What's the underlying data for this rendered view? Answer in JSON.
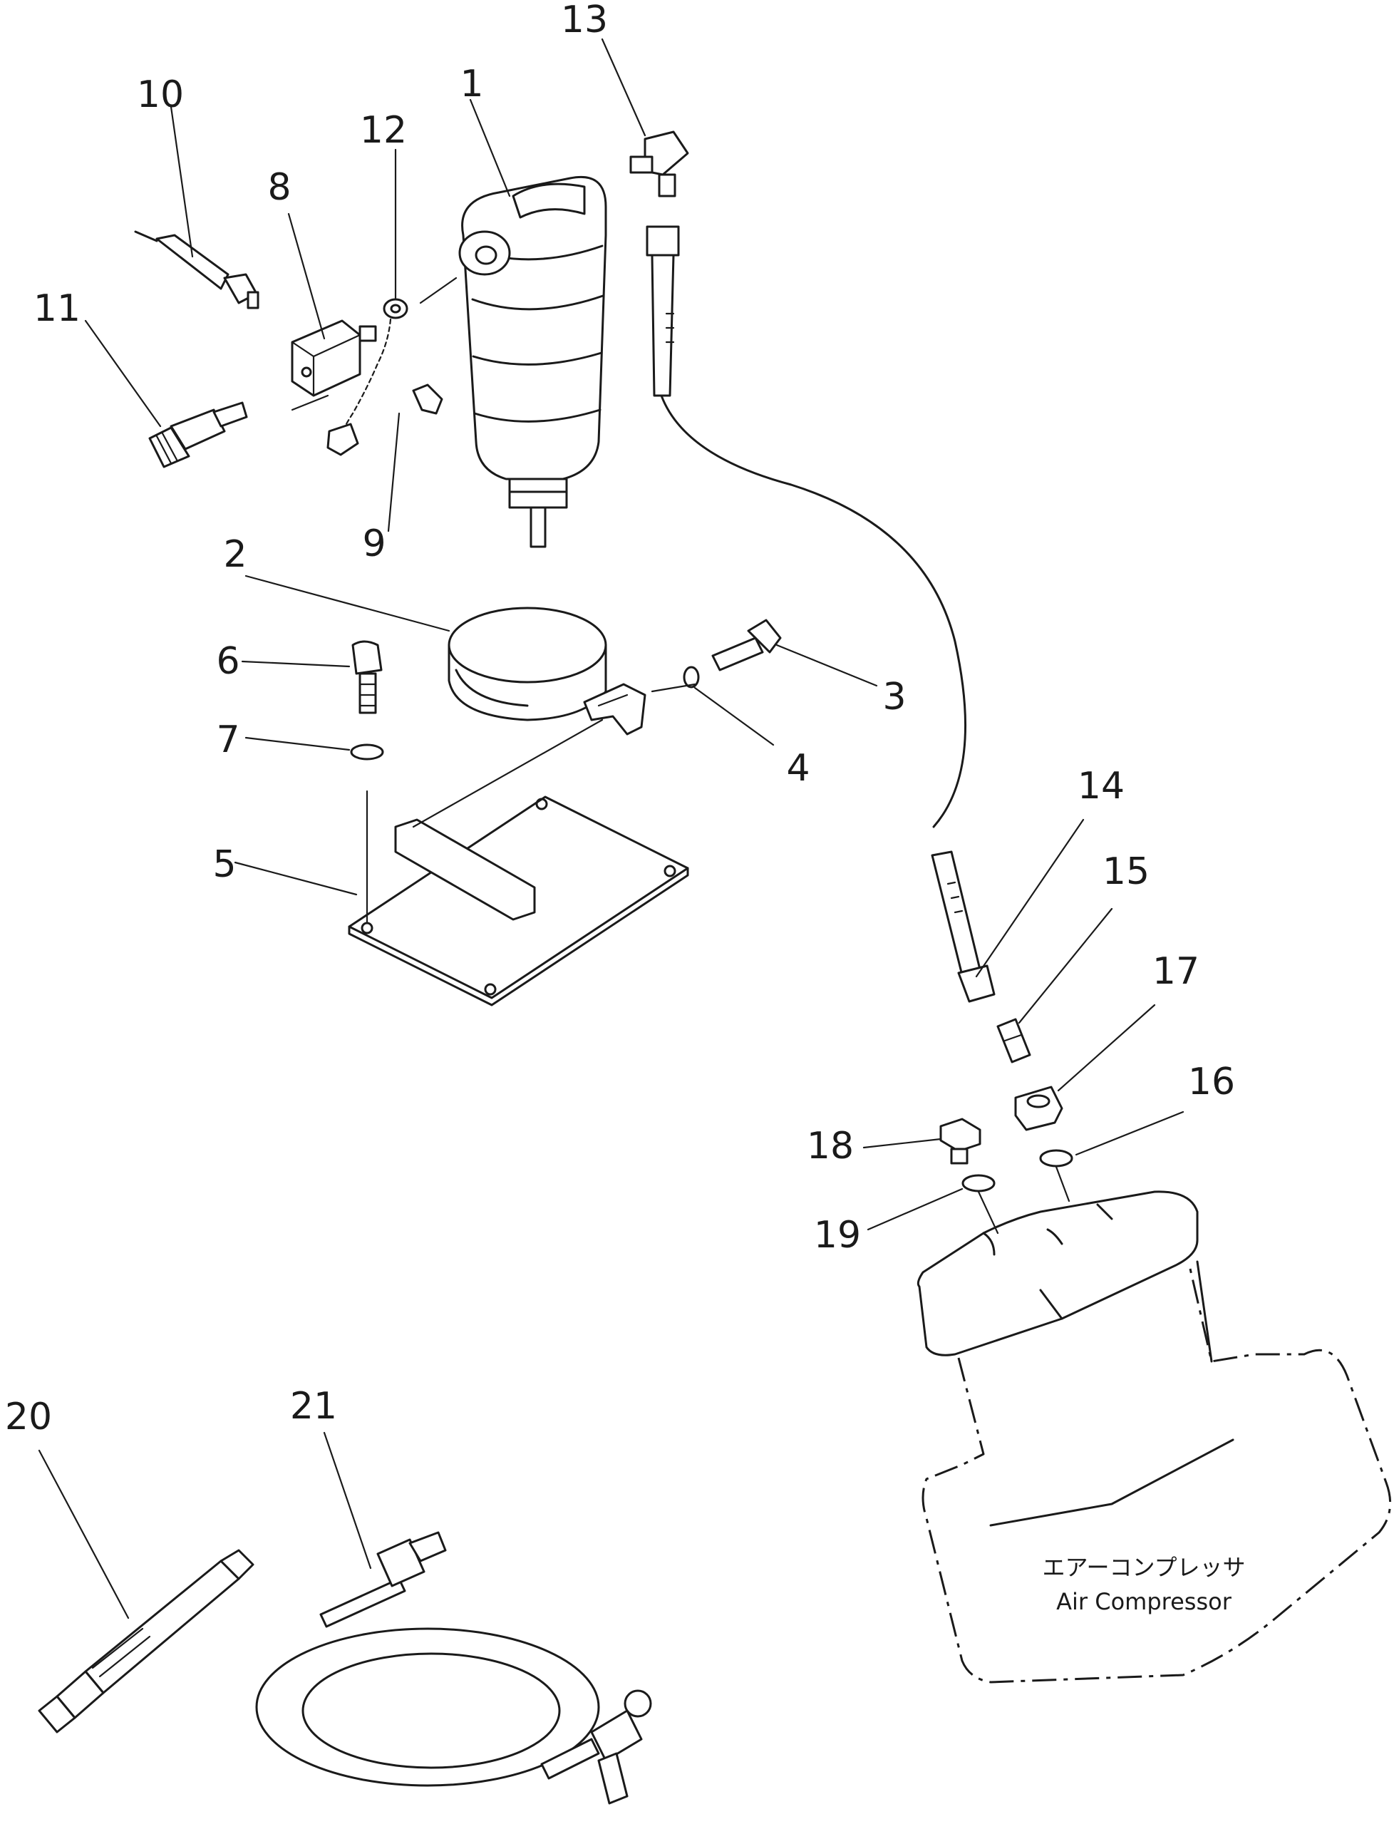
{
  "callouts": [
    "1",
    "2",
    "3",
    "4",
    "5",
    "6",
    "7",
    "8",
    "9",
    "10",
    "11",
    "12",
    "13",
    "14",
    "15",
    "16",
    "17",
    "18",
    "19",
    "20",
    "21"
  ],
  "compressor": {
    "label_jp": "エアーコンプレッサ",
    "label_en": "Air Compressor"
  }
}
